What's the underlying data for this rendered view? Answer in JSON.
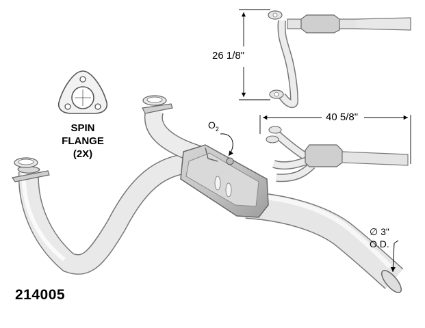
{
  "labels": {
    "spin_flange": [
      "SPIN",
      "FLANGE",
      "(2X)"
    ],
    "part_number": "214005",
    "height_dimension": "26 1/8\"",
    "width_dimension": "40 5/8\"",
    "sensor_o": "O",
    "sensor_sub": "2",
    "diameter": "∅ 3\"",
    "outer_diameter": "O.D."
  },
  "colors": {
    "pipe_fill": "#e6e6e6",
    "pipe_shade": "#b9b9b9",
    "outline": "#6e6e6e",
    "dimension_line": "#000000"
  }
}
